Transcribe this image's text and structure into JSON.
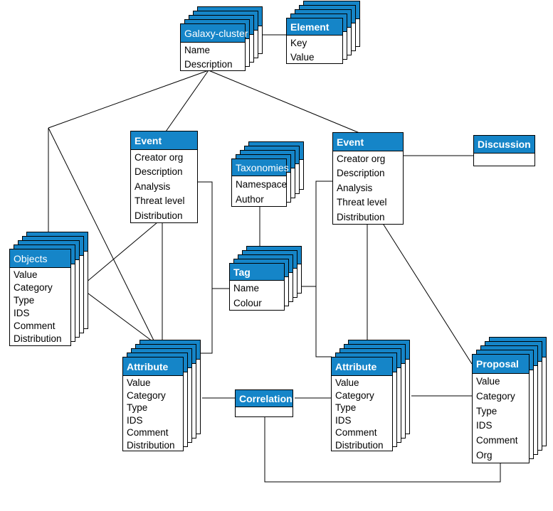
{
  "colors": {
    "header_bg": "#1585c8",
    "header_text": "#ffffff",
    "border": "#000000",
    "connector": "#000000",
    "body_bg": "#ffffff",
    "page_bg": "#ffffff"
  },
  "entities": {
    "galaxy_cluster": {
      "title": "Galaxy-cluster",
      "fields": [
        "Name",
        "Description"
      ]
    },
    "element": {
      "title": "Element",
      "fields": [
        "Key",
        "Value"
      ]
    },
    "event_left": {
      "title": "Event",
      "fields": [
        "Creator org",
        "Description",
        "Analysis",
        "Threat level",
        "Distribution"
      ]
    },
    "taxonomies": {
      "title": "Taxonomies",
      "fields": [
        "Namespace",
        "Author"
      ]
    },
    "event_right": {
      "title": "Event",
      "fields": [
        "Creator org",
        "Description",
        "Analysis",
        "Threat level",
        "Distribution"
      ]
    },
    "discussion": {
      "title": "Discussion",
      "fields": []
    },
    "objects": {
      "title": "Objects",
      "fields": [
        "Value",
        "Category",
        "Type",
        "IDS",
        "Comment",
        "Distribution"
      ]
    },
    "tag": {
      "title": "Tag",
      "fields": [
        "Name",
        "Colour"
      ]
    },
    "attribute_left": {
      "title": "Attribute",
      "fields": [
        "Value",
        "Category",
        "Type",
        "IDS",
        "Comment",
        "Distribution"
      ]
    },
    "correlation": {
      "title": "Correlation",
      "fields": []
    },
    "attribute_right": {
      "title": "Attribute",
      "fields": [
        "Value",
        "Category",
        "Type",
        "IDS",
        "Comment",
        "Distribution"
      ]
    },
    "proposal": {
      "title": "Proposal",
      "fields": [
        "Value",
        "Category",
        "Type",
        "IDS",
        "Comment",
        "Org"
      ]
    }
  },
  "connections": [
    {
      "from": "Galaxy-cluster",
      "to": "Element"
    },
    {
      "from": "Galaxy-cluster",
      "to": "Event (left)"
    },
    {
      "from": "Galaxy-cluster",
      "to": "Event (right)"
    },
    {
      "from": "Galaxy-cluster",
      "to": "Objects"
    },
    {
      "from": "Galaxy-cluster",
      "to": "Attribute (left)"
    },
    {
      "from": "Objects",
      "to": "Event (left)"
    },
    {
      "from": "Objects",
      "to": "Attribute (left)"
    },
    {
      "from": "Event (left)",
      "to": "Attribute (left)"
    },
    {
      "from": "Event (left)",
      "to": "Tag"
    },
    {
      "from": "Tag",
      "to": "Attribute (left)"
    },
    {
      "from": "Taxonomies",
      "to": "Tag"
    },
    {
      "from": "Tag",
      "to": "Event (right)"
    },
    {
      "from": "Tag",
      "to": "Attribute (right)"
    },
    {
      "from": "Event (right)",
      "to": "Discussion"
    },
    {
      "from": "Event (right)",
      "to": "Attribute (right)"
    },
    {
      "from": "Event (right)",
      "to": "Proposal"
    },
    {
      "from": "Attribute (left)",
      "to": "Correlation"
    },
    {
      "from": "Correlation",
      "to": "Attribute (right)"
    },
    {
      "from": "Attribute (right)",
      "to": "Proposal"
    },
    {
      "from": "Correlation",
      "to": "Proposal"
    }
  ]
}
